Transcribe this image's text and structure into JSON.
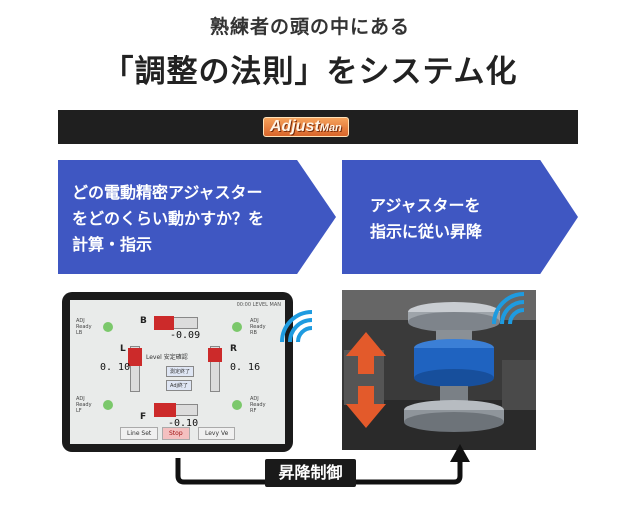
{
  "header": {
    "subtitle": "熟練者の頭の中にある",
    "title": "「調整の法則」をシステム化"
  },
  "banner": {
    "logo_main": "Adjust",
    "logo_sub": "Man"
  },
  "steps": [
    {
      "lines": [
        "どの電動精密アジャスター",
        "をどのくらい動かすか？を",
        "計算・指示"
      ]
    },
    {
      "lines": [
        "アジャスターを",
        "指示に従い昇降"
      ]
    }
  ],
  "tablet": {
    "status_bar": "00:00  LEVEL MAN",
    "labels": {
      "back": "B",
      "left": "L",
      "right": "R",
      "front": "F"
    },
    "values": {
      "back": "-0.09",
      "left": "0. 10",
      "right": "0. 16",
      "front": "-0.10"
    },
    "center_label": "Level 安定確認",
    "center_buttons": [
      "測定終了",
      "Adj終了"
    ],
    "corners": {
      "top_left": [
        "ADJ",
        "Ready",
        "LB"
      ],
      "top_right": [
        "ADJ",
        "Ready",
        "RB"
      ],
      "bottom_left": [
        "ADJ",
        "Ready",
        "LF"
      ],
      "bottom_right": [
        "ADJ",
        "Ready",
        "RF"
      ]
    },
    "bottom_buttons": [
      "Line Set",
      "Stop",
      "Levy Ve"
    ]
  },
  "control_label": "昇降制御",
  "colors": {
    "arrow_blue": "#3f57c2",
    "banner_black": "#1f1f1f",
    "indicator_red": "#cc2a2a",
    "motion_orange": "#e35a2b",
    "wifi_blue": "#1e9be0"
  }
}
